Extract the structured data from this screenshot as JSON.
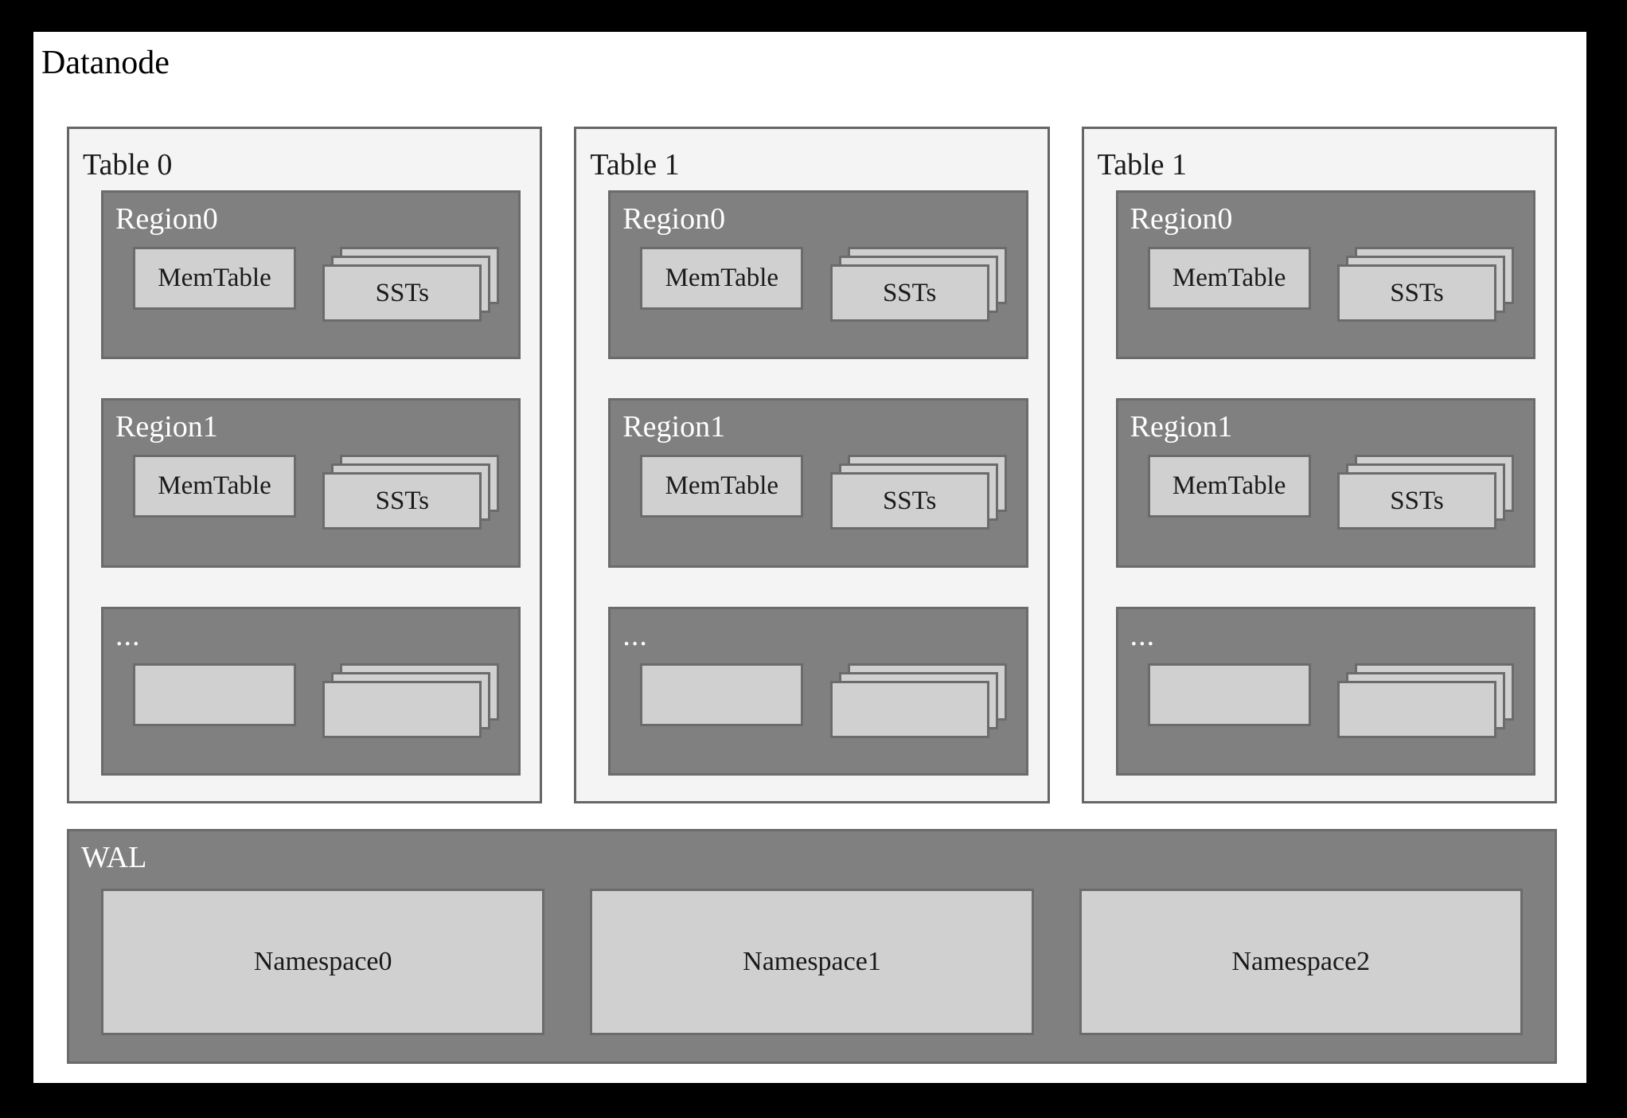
{
  "diagram": {
    "title": "Datanode",
    "background_outer": "#000000",
    "background_canvas": "#ffffff"
  },
  "colors": {
    "table_panel_fill": "#f4f4f4",
    "table_panel_border": "#666666",
    "region_fill": "#808080",
    "region_border": "#6b6b6b",
    "box_fill": "#d0d0d0",
    "box_border": "#6b6b6b",
    "wal_fill": "#808080",
    "light_text": "#ffffff",
    "dark_text": "#1a1a1a"
  },
  "tables": [
    {
      "title": "Table 0",
      "regions": [
        {
          "title": "Region0",
          "memtable_label": "MemTable",
          "sst_label": "SSTs",
          "sst_count": 3,
          "empty": false
        },
        {
          "title": "Region1",
          "memtable_label": "MemTable",
          "sst_label": "SSTs",
          "sst_count": 3,
          "empty": false
        },
        {
          "title": "...",
          "memtable_label": "",
          "sst_label": "",
          "sst_count": 3,
          "empty": true
        }
      ]
    },
    {
      "title": "Table 1",
      "regions": [
        {
          "title": "Region0",
          "memtable_label": "MemTable",
          "sst_label": "SSTs",
          "sst_count": 3,
          "empty": false
        },
        {
          "title": "Region1",
          "memtable_label": "MemTable",
          "sst_label": "SSTs",
          "sst_count": 3,
          "empty": false
        },
        {
          "title": "...",
          "memtable_label": "",
          "sst_label": "",
          "sst_count": 3,
          "empty": true
        }
      ]
    },
    {
      "title": "Table 1",
      "regions": [
        {
          "title": "Region0",
          "memtable_label": "MemTable",
          "sst_label": "SSTs",
          "sst_count": 3,
          "empty": false
        },
        {
          "title": "Region1",
          "memtable_label": "MemTable",
          "sst_label": "SSTs",
          "sst_count": 3,
          "empty": false
        },
        {
          "title": "...",
          "memtable_label": "",
          "sst_label": "",
          "sst_count": 3,
          "empty": true
        }
      ]
    }
  ],
  "wal": {
    "title": "WAL",
    "namespaces": [
      {
        "label": "Namespace0"
      },
      {
        "label": "Namespace1"
      },
      {
        "label": "Namespace2"
      }
    ]
  }
}
